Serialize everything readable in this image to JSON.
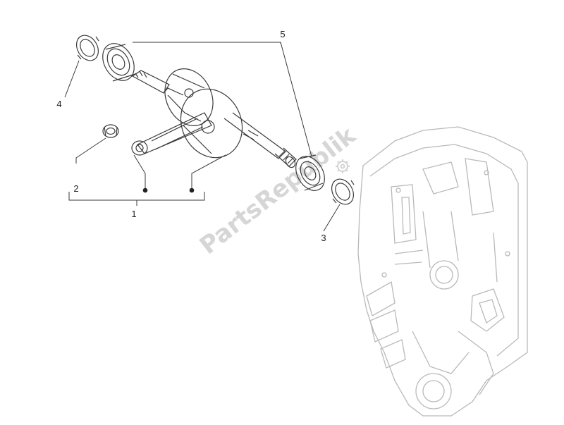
{
  "diagram": {
    "callouts": [
      {
        "id": "1",
        "text": "1"
      },
      {
        "id": "2",
        "text": "2"
      },
      {
        "id": "3",
        "text": "3"
      },
      {
        "id": "4",
        "text": "4"
      },
      {
        "id": "5",
        "text": "5"
      }
    ],
    "watermark": "PartsRepublik",
    "colors": {
      "line": "#3a3a3a",
      "housing": "#b9b9b9",
      "watermark": "#c9c9c9",
      "background": "#ffffff"
    },
    "icons": [
      "gear-icon"
    ]
  }
}
